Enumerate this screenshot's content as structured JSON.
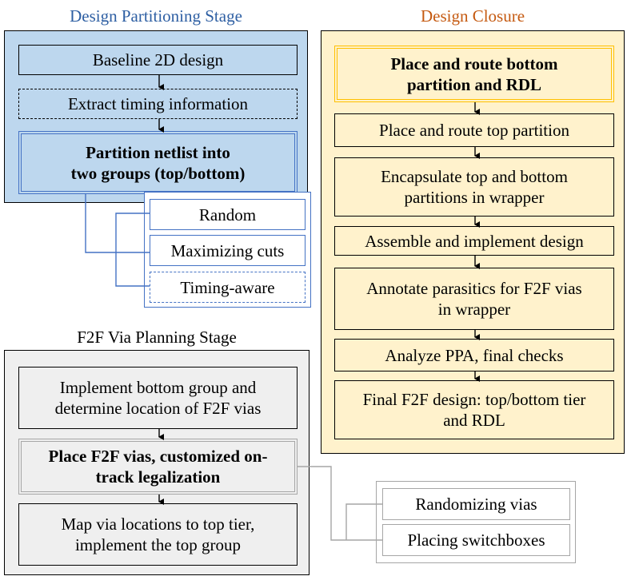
{
  "colors": {
    "partition_title": "#2e5fa3",
    "closure_title": "#c55a11",
    "blue_fill": "#bdd7ee",
    "blue_line": "#4472c4",
    "yellow_fill": "#fff2cc",
    "gold_line": "#ffc000",
    "gray_fill": "#efefef",
    "gray_line": "#a6a6a6"
  },
  "partitioning": {
    "title": "Design Partitioning Stage",
    "steps": [
      "Baseline 2D design",
      "Extract timing information",
      "Partition netlist into\ntwo groups (top/bottom)"
    ],
    "options": [
      "Random",
      "Maximizing cuts",
      "Timing-aware"
    ]
  },
  "via_planning": {
    "title": "F2F Via Planning Stage",
    "steps": [
      "Implement bottom group and\ndetermine location of F2F vias",
      "Place F2F vias, customized on-\ntrack legalization",
      "Map via locations to top tier,\nimplement the top group"
    ],
    "options": [
      "Randomizing vias",
      "Placing switchboxes"
    ]
  },
  "closure": {
    "title": "Design Closure",
    "steps": [
      "Place and route bottom\npartition and RDL",
      "Place and route top partition",
      "Encapsulate top and bottom\npartitions in wrapper",
      "Assemble and implement design",
      "Annotate parasitics for F2F vias\nin wrapper",
      "Analyze PPA, final checks",
      "Final F2F design: top/bottom tier\nand RDL"
    ]
  }
}
